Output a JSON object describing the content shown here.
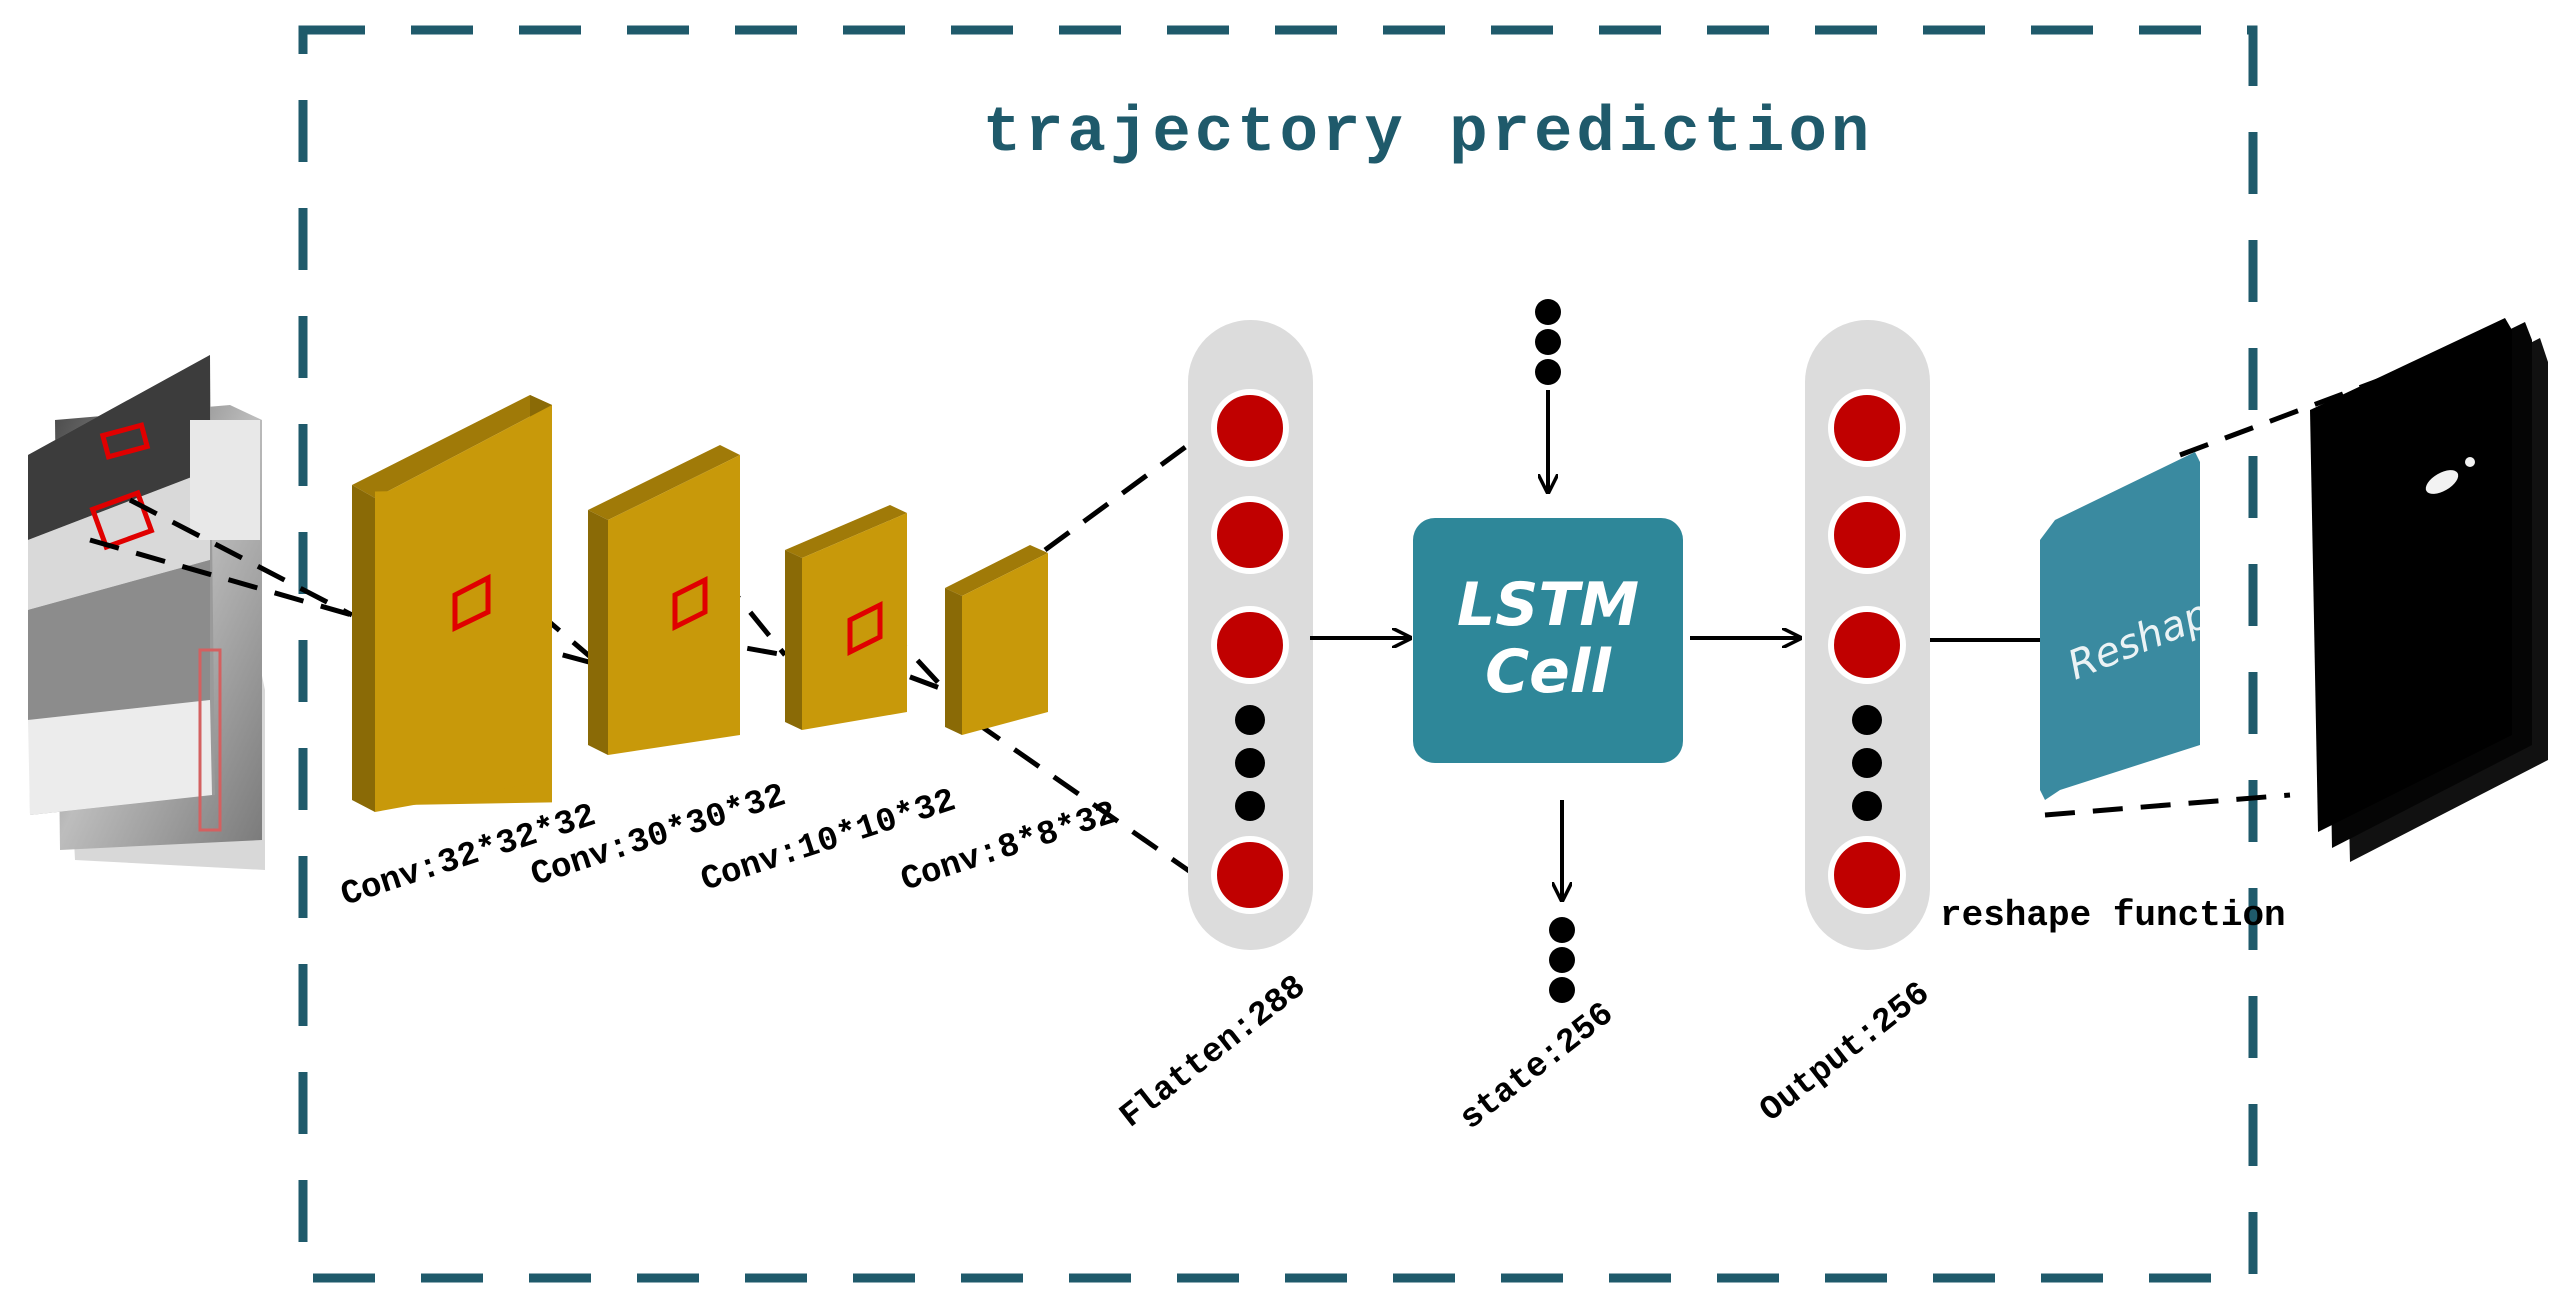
{
  "title": "trajectory prediction",
  "layers": {
    "conv1": "Conv:32*32*32",
    "conv2": "Conv:30*30*32",
    "conv3": "Conv:10*10*32",
    "conv4": "Conv:8*8*32",
    "flatten": "Flatten:288",
    "state": "state:256",
    "output": "Output:256"
  },
  "lstm_cell": {
    "line1": "LSTM",
    "line2": "Cell"
  },
  "reshape_box": "Reshape",
  "reshape_caption": "reshape function",
  "colors": {
    "frame": "#1f5a6b",
    "title": "#1f5a6b",
    "conv_front": "#c8990a",
    "conv_side": "#8a6a06",
    "conv_top": "#a07a08",
    "node": "#c00000",
    "column": "#dcdcdc",
    "lstm": "#2e8799",
    "reshape": "#3a8aa0",
    "kernel": "#e00000"
  }
}
